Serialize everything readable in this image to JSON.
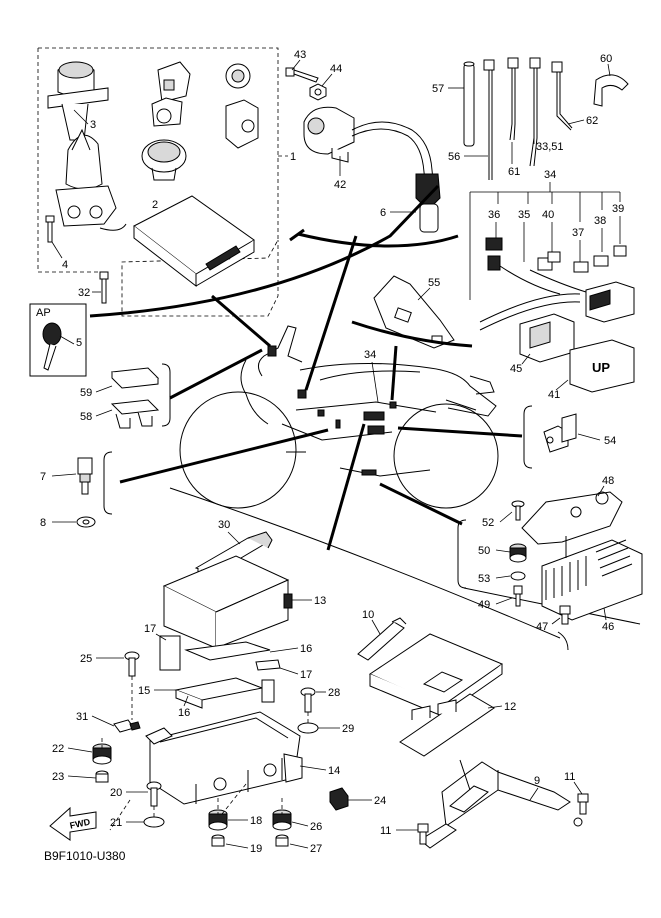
{
  "diagram_code": "B9F1010-U380",
  "fwd_label": "FWD",
  "ap_label": "AP",
  "up_label": "UP",
  "callouts": {
    "c1": "1",
    "c2": "2",
    "c3": "3",
    "c4": "4",
    "c5": "5",
    "c6": "6",
    "c7": "7",
    "c8": "8",
    "c9": "9",
    "c10": "10",
    "c11a": "11",
    "c11b": "11",
    "c12": "12",
    "c13": "13",
    "c14": "14",
    "c15": "15",
    "c16a": "16",
    "c16b": "16",
    "c17a": "17",
    "c17b": "17",
    "c18": "18",
    "c19": "19",
    "c20": "20",
    "c21": "21",
    "c22": "22",
    "c23": "23",
    "c24": "24",
    "c25": "25",
    "c26": "26",
    "c27": "27",
    "c28": "28",
    "c29": "29",
    "c30": "30",
    "c31": "31",
    "c32": "32",
    "c33": "33,51",
    "c34a": "34",
    "c34b": "34",
    "c35": "35",
    "c36": "36",
    "c37": "37",
    "c38": "38",
    "c39": "39",
    "c40": "40",
    "c41": "41",
    "c42": "42",
    "c43": "43",
    "c44": "44",
    "c45": "45",
    "c46": "46",
    "c47": "47",
    "c48": "48",
    "c49": "49",
    "c50": "50",
    "c52": "52",
    "c53": "53",
    "c54": "54",
    "c55": "55",
    "c56": "56",
    "c57": "57",
    "c58": "58",
    "c59": "59",
    "c60": "60",
    "c61": "61",
    "c62": "62"
  }
}
